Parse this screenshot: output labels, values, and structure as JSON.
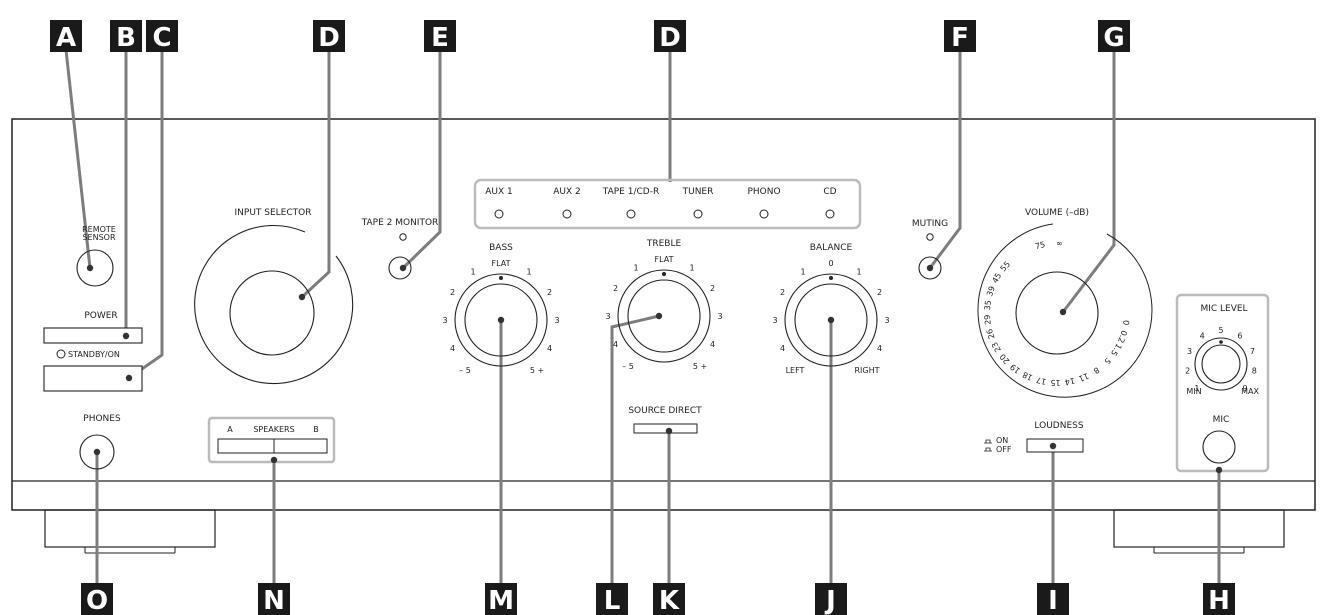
{
  "callouts": {
    "top": [
      "A",
      "B",
      "C",
      "D",
      "E",
      "D",
      "F",
      "G"
    ],
    "bottom": [
      "O",
      "N",
      "M",
      "L",
      "K",
      "J",
      "I",
      "H"
    ]
  },
  "panel": {
    "remote_sensor": [
      "REMOTE",
      "SENSOR"
    ],
    "power": "POWER",
    "standby_on": "STANDBY/ON",
    "phones": "PHONES",
    "input_selector": "INPUT SELECTOR",
    "speakers": {
      "a": "A",
      "label": "SPEAKERS",
      "b": "B"
    },
    "tape2_monitor": "TAPE 2 MONITOR",
    "inputs": [
      "AUX 1",
      "AUX 2",
      "TAPE 1/CD-R",
      "TUNER",
      "PHONO",
      "CD"
    ],
    "bass": {
      "title": "BASS",
      "top": "FLAT",
      "left_ticks": [
        "1",
        "2",
        "3",
        "4"
      ],
      "right_ticks": [
        "1",
        "2",
        "3",
        "4"
      ],
      "bottom_left": "–  5",
      "bottom_right": "5  +"
    },
    "treble": {
      "title": "TREBLE",
      "top": "FLAT",
      "left_ticks": [
        "1",
        "2",
        "3",
        "4"
      ],
      "right_ticks": [
        "1",
        "2",
        "3",
        "4"
      ],
      "bottom_left": "–  5",
      "bottom_right": "5  +"
    },
    "balance": {
      "title": "BALANCE",
      "top": "0",
      "left_ticks": [
        "1",
        "2",
        "3",
        "4"
      ],
      "right_ticks": [
        "1",
        "2",
        "3",
        "4"
      ],
      "bottom_left": "LEFT",
      "bottom_right": "RIGHT"
    },
    "source_direct": "SOURCE DIRECT",
    "muting": "MUTING",
    "volume": "VOLUME (–dB)",
    "volume_scale": [
      "75",
      "55",
      "45",
      "39",
      "35",
      "29",
      "26",
      "23",
      "20",
      "19",
      "18",
      "17",
      "15",
      "14",
      "11",
      "8",
      "5",
      "1.5",
      "0.2",
      "0"
    ],
    "volume_infinity": "∞",
    "loudness": "LOUDNESS",
    "loudness_on": "ON",
    "loudness_off": "OFF",
    "mic_level": "MIC LEVEL",
    "mic_scale": [
      "1",
      "2",
      "3",
      "4",
      "5",
      "6",
      "7",
      "8",
      "9"
    ],
    "mic_min": "MIN",
    "mic_max": "MAX",
    "mic": "MIC"
  },
  "colors": {
    "leader": "#7d7d7d",
    "callout": "#1a1a1a",
    "outline": "#222222"
  }
}
